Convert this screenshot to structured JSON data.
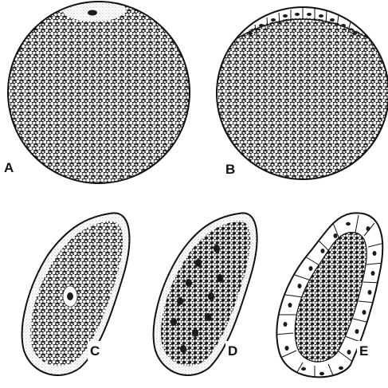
{
  "figure": {
    "panels": [
      {
        "id": "A",
        "label": "A"
      },
      {
        "id": "B",
        "label": "B"
      },
      {
        "id": "C",
        "label": "C"
      },
      {
        "id": "D",
        "label": "D"
      },
      {
        "id": "E",
        "label": "E"
      }
    ]
  },
  "colors": {
    "ink": "#111111",
    "paper": "#ffffff",
    "stipple": "#555555"
  }
}
